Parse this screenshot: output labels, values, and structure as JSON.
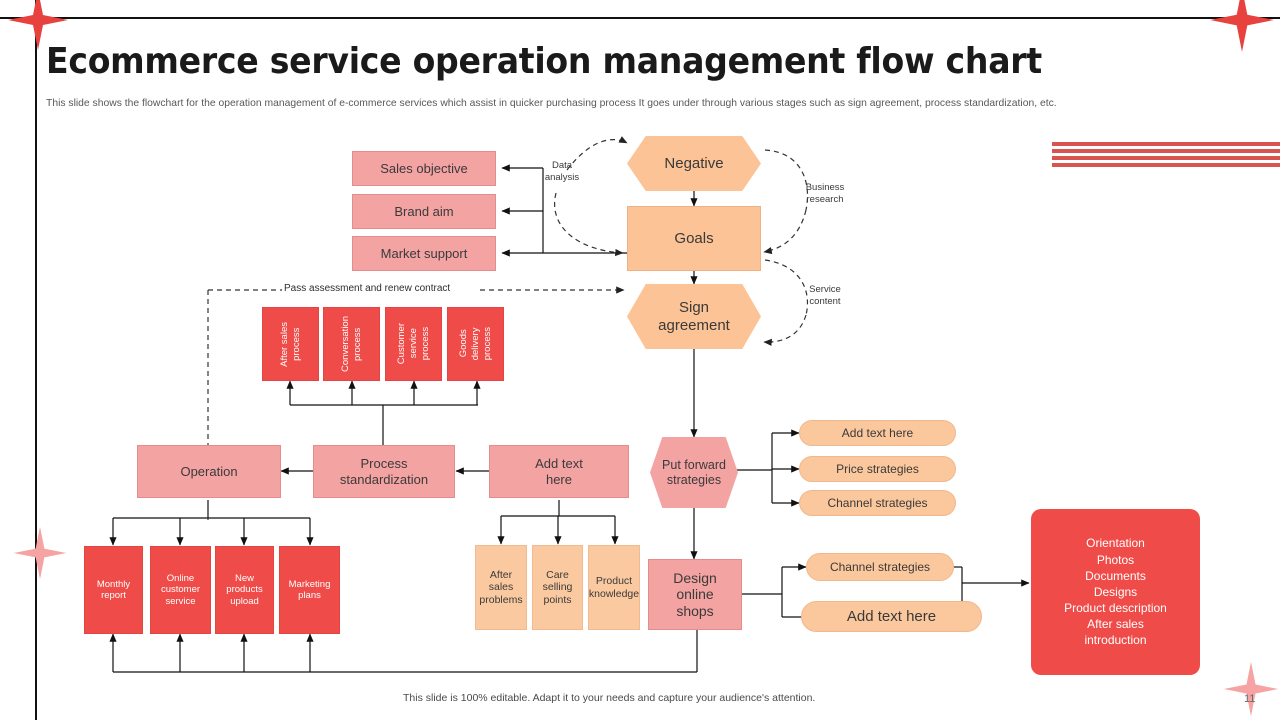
{
  "header": {
    "title": "Ecommerce service operation management flow chart",
    "subtitle": "This slide shows the flowchart for the operation management of e-commerce services which assist in quicker purchasing process It goes under through various stages such as sign agreement, process standardization, etc."
  },
  "footer": {
    "note": "This slide is 100% editable. Adapt it to your needs and capture your audience's attention.",
    "page_number": "11"
  },
  "colors": {
    "pink": "#F4A3A3",
    "peach": "#FBC396",
    "red": "#EF4B48",
    "stripe": "#D9534F",
    "star_top_left": "#E8423F",
    "star_bottom_left": "#F6A3A3",
    "text_dark": "#3A3A3A"
  },
  "flow": {
    "objectives": [
      {
        "label": "Sales objective"
      },
      {
        "label": "Brand aim"
      },
      {
        "label": "Market support"
      }
    ],
    "spine": [
      {
        "label": "Negative",
        "shape": "hexagon"
      },
      {
        "label": "Goals",
        "shape": "rectangle"
      },
      {
        "label": "Sign agreement",
        "shape": "hexagon"
      },
      {
        "label": "Put forward strategies",
        "shape": "hexagon"
      },
      {
        "label": "Design online shops",
        "shape": "rectangle"
      }
    ],
    "edge_labels": [
      {
        "label": "Data analysis"
      },
      {
        "label": "Business research"
      },
      {
        "label": "Service content"
      }
    ],
    "contract_label": "Pass assessment and renew contract",
    "processes": [
      {
        "label": "After sales process"
      },
      {
        "label": "Conversation process"
      },
      {
        "label": "Customer service process"
      },
      {
        "label": "Goods delivery process"
      }
    ],
    "mid_row": [
      {
        "label": "Operation"
      },
      {
        "label": "Process standardization"
      },
      {
        "label": "Add text here"
      }
    ],
    "outputs_left": [
      {
        "label": "Monthly report"
      },
      {
        "label": "Online customer service"
      },
      {
        "label": "New products upload"
      },
      {
        "label": "Marketing plans"
      }
    ],
    "outputs_mid": [
      {
        "label": "After sales problems"
      },
      {
        "label": "Care selling points"
      },
      {
        "label": "Product knowledge"
      }
    ],
    "strategies": [
      {
        "label": "Add text here"
      },
      {
        "label": "Price strategies"
      },
      {
        "label": "Channel strategies"
      }
    ],
    "shop_pills": [
      {
        "label": "Channel  strategies"
      },
      {
        "label": "Add text here"
      }
    ],
    "deliverables": "Orientation\nPhotos\nDocuments\nDesigns\nProduct description\nAfter sales\nintroduction"
  }
}
